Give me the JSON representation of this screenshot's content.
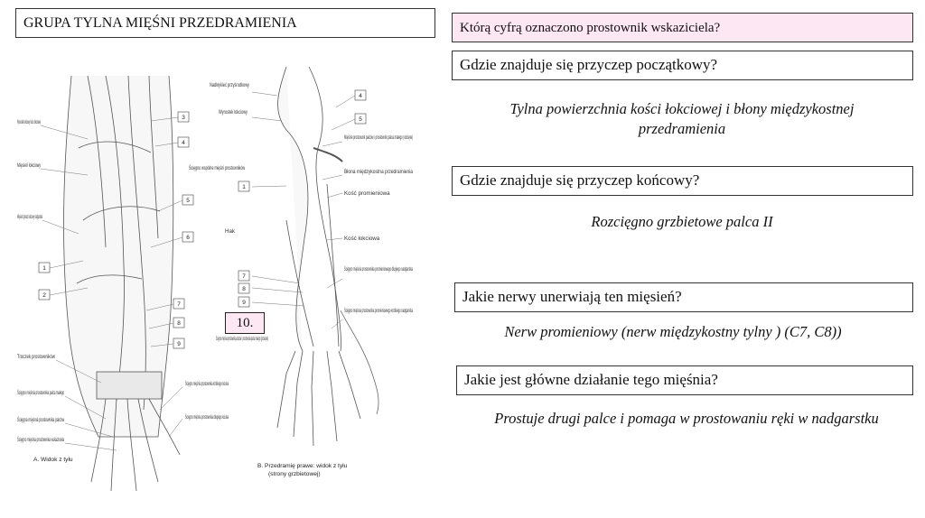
{
  "title": "GRUPA TYLNA MIĘŚNI PRZEDRAMIENIA",
  "questions": [
    {
      "question": "Którą cyfrą oznaczono prostownik wskaziciela?",
      "answer": ""
    },
    {
      "question": "Gdzie znajduje się przyczep początkowy?",
      "answer": "Tylna powierzchnia kości łokciowej i błony międzykostnej przedramienia"
    },
    {
      "question": "Gdzie znajduje się przyczep końcowy?",
      "answer": "Rozcięgno grzbietowe palca II"
    },
    {
      "question": "Jakie nerwy unerwiają ten mięsień?",
      "answer": "Nerw promieniowy (nerw międzykostny tylny ) (C7, C8))"
    },
    {
      "question": "Jakie jest główne działanie tego mięśnia?",
      "answer": "Prostuje drugi palce i pomaga w prostowaniu ręki w nadgarstku"
    }
  ],
  "answer_badge": "10.",
  "colors": {
    "question1_bg": "#fde7f3",
    "badge_bg": "#fde7f3",
    "border": "#333333"
  },
  "figure": {
    "left_labels": [
      "Wyrostek łokciowy kości łokciowej",
      "Mięsień łokciowy",
      "Mięsień zginacz łokciowy nadgarstka",
      "Troczek prostowników",
      "Ścięgno mięśnia prostownika palca małego",
      "Ścięgna mięśnia prostownika palców",
      "Ścięgno mięśnia prostownika wskaziciela"
    ],
    "left_numbers": [
      "3",
      "4",
      "5",
      "6",
      "1",
      "2",
      "7",
      "8",
      "9"
    ],
    "middle_labels": [
      "Ścięgno wspólne mięśni prostowników",
      "Ścięgno mięśnia prostownika palców i prostownika palca małego (przecięte)",
      "Ścięgno mięśnia prostownika krótkiego kciuka",
      "Ścięgno mięśnia prostownika długiego kciuka"
    ],
    "right_labels": [
      "Nadkłykieć przyśrodkowy",
      "Wyrostek łokciowy",
      "Hak",
      "Mięśnie prostownik palców i prostownik palca małego (odcięte)",
      "Błona międzykostna przedramienia",
      "Kość promieniowa",
      "Kość łokciowa",
      "Ścięgno mięśnia prostownika promieniowego długiego nadgarstka",
      "Ścięgno mięśnia prostownika promieniowego krótkiego nadgarstka"
    ],
    "right_numbers": [
      "4",
      "5",
      "1",
      "7",
      "8",
      "9"
    ],
    "caption_a": "A. Widok z tyłu",
    "caption_b": [
      "B. Przedramię prawe: widok z tyłu",
      "(strony grzbietowej)"
    ]
  }
}
